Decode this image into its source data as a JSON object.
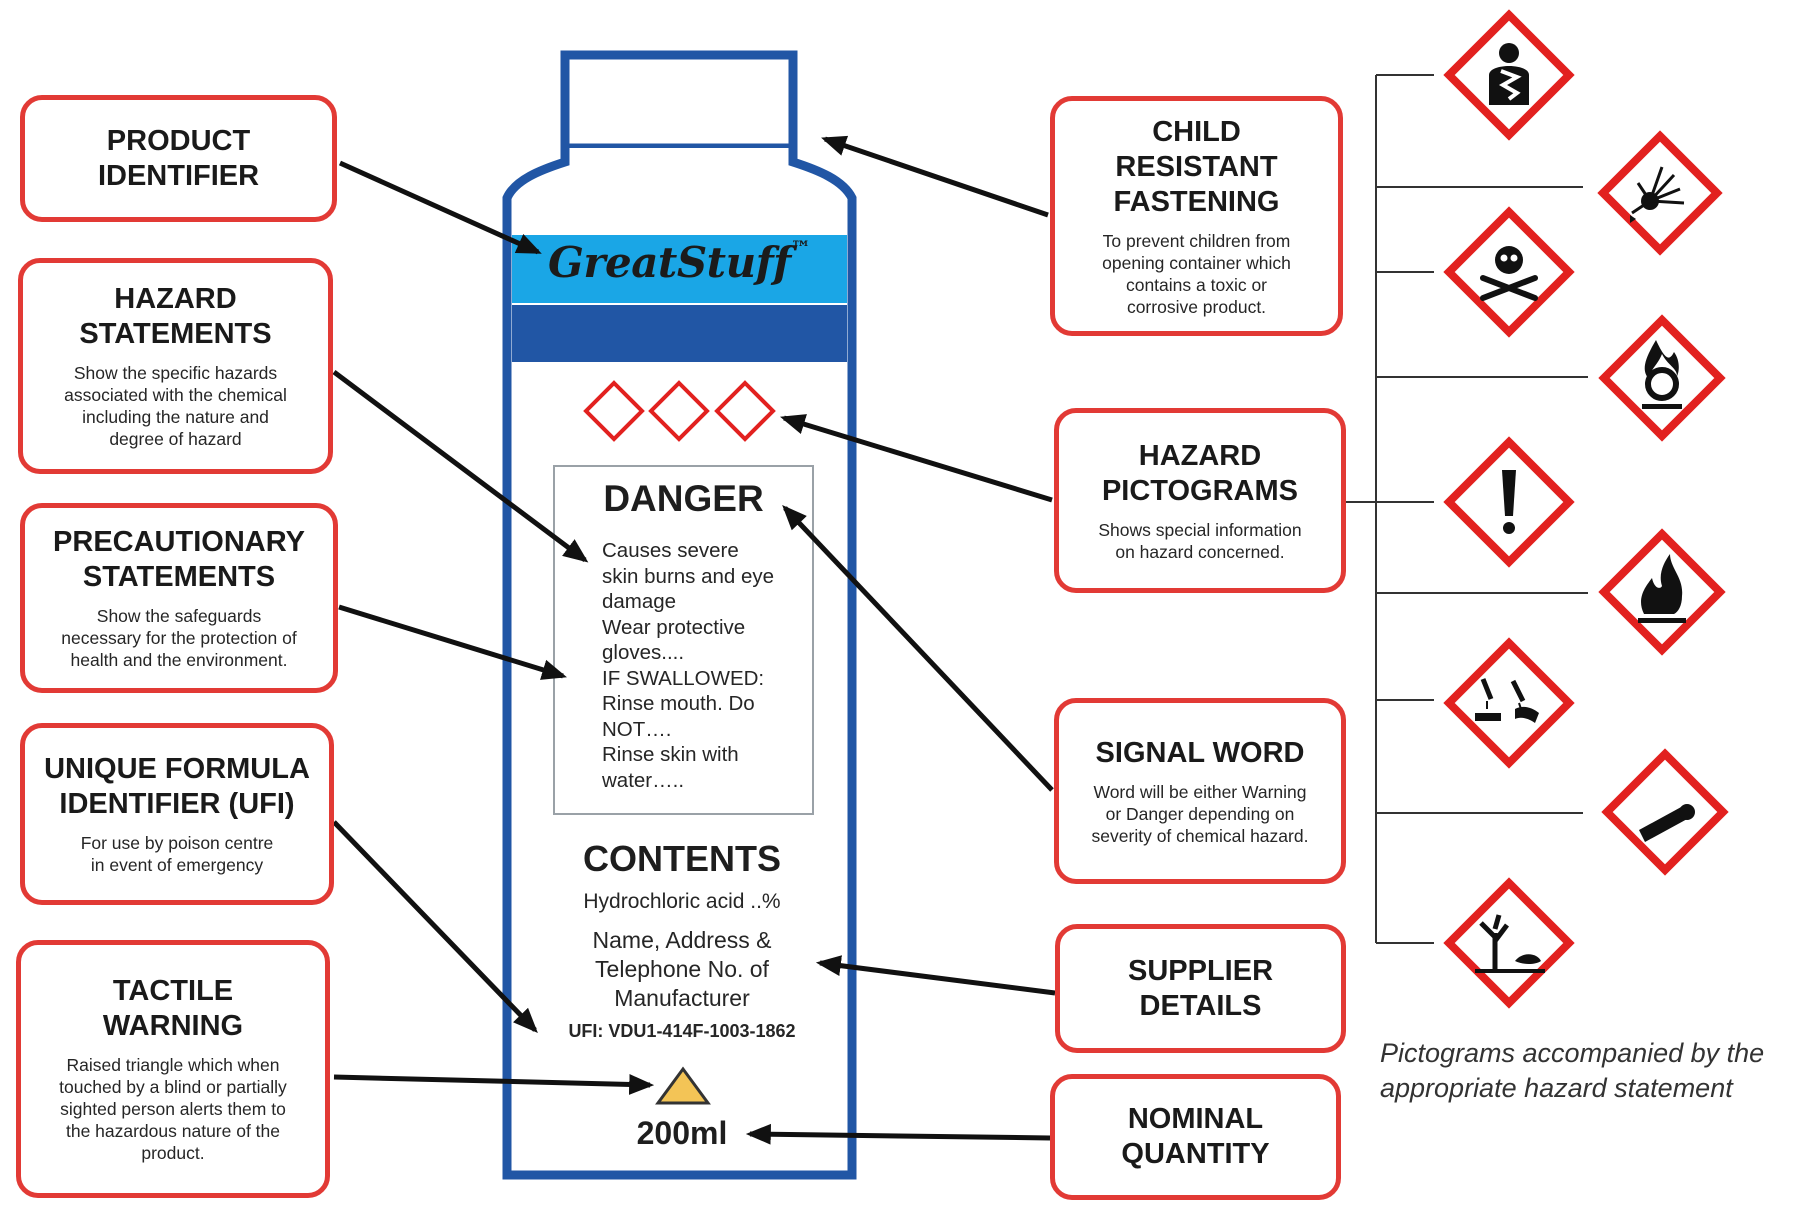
{
  "colors": {
    "callout_border": "#e23a35",
    "bottle_outline": "#2156a5",
    "label_band": "#1aa6e6",
    "dark_band": "#2156a5",
    "pictogram_red": "#e2211f",
    "tactile_fill": "#f3c456"
  },
  "bottle": {
    "brand": "GreatStuff",
    "trademark": "™",
    "signal_word": "DANGER",
    "hazard_text": "Causes severe\nskin burns and eye\ndamage\nWear protective\ngloves....\nIF SWALLOWED:\nRinse mouth. Do\nNOT….\nRinse skin with\nwater…..",
    "contents_heading": "CONTENTS",
    "contents_line": "Hydrochloric acid ..%",
    "manufacturer": "Name, Address &\nTelephone No. of\nManufacturer",
    "ufi": "UFI: VDU1-414F-1003-1862",
    "quantity": "200ml"
  },
  "callouts": {
    "product_identifier": {
      "title": "PRODUCT\nIDENTIFIER",
      "desc": ""
    },
    "hazard_statements": {
      "title": "HAZARD\nSTATEMENTS",
      "desc": "Show the specific hazards\nassociated with the chemical\nincluding the nature and\ndegree of hazard"
    },
    "precautionary_statements": {
      "title": "PRECAUTIONARY\nSTATEMENTS",
      "desc": "Show the safeguards\nnecessary for the protection of\nhealth and the environment."
    },
    "ufi": {
      "title": "UNIQUE FORMULA\nIDENTIFIER (UFI)",
      "desc": "For use by poison centre\nin event of emergency"
    },
    "tactile_warning": {
      "title": "TACTILE\nWARNING",
      "desc": "Raised triangle which when\ntouched by a blind or partially\nsighted person alerts them to\nthe hazardous nature of the\nproduct."
    },
    "child_resistant": {
      "title": "CHILD\nRESISTANT\nFASTENING",
      "desc": "To prevent children from\nopening container which\ncontains a toxic or\ncorrosive product."
    },
    "hazard_pictograms": {
      "title": "HAZARD\nPICTOGRAMS",
      "desc": "Shows special information\non hazard concerned."
    },
    "signal_word": {
      "title": "SIGNAL WORD",
      "desc": "Word will be either Warning\nor Danger depending on\nseverity of chemical hazard."
    },
    "supplier_details": {
      "title": "SUPPLIER\nDETAILS",
      "desc": ""
    },
    "nominal_quantity": {
      "title": "NOMINAL\nQUANTITY",
      "desc": ""
    }
  },
  "pictograms": [
    "health-hazard-icon",
    "explosive-icon",
    "toxic-icon",
    "oxidiser-icon",
    "exclamation-icon",
    "flammable-icon",
    "corrosive-icon",
    "gas-cylinder-icon",
    "environment-icon"
  ],
  "footnote": "Pictograms accompanied by the\nappropriate hazard statement"
}
